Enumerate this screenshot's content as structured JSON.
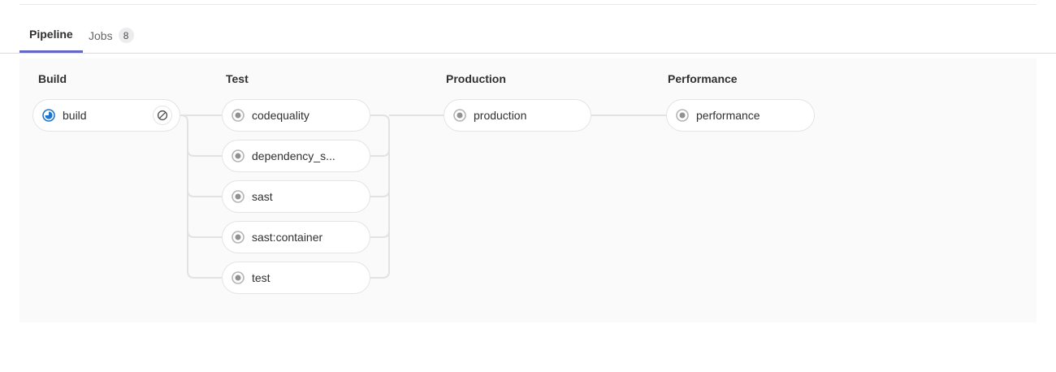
{
  "tabs": [
    {
      "id": "pipeline",
      "label": "Pipeline",
      "active": true
    },
    {
      "id": "jobs",
      "label": "Jobs",
      "badge": "8",
      "active": false
    }
  ],
  "pipeline": {
    "stages": [
      {
        "name": "Build",
        "jobs": [
          {
            "name": "build",
            "status": "running",
            "status_color": "#1f75cb",
            "action": "cancel-icon"
          }
        ]
      },
      {
        "name": "Test",
        "jobs": [
          {
            "name": "codequality",
            "status": "created",
            "status_color": "#868686"
          },
          {
            "name": "dependency_s...",
            "status": "created",
            "status_color": "#868686"
          },
          {
            "name": "sast",
            "status": "created",
            "status_color": "#868686"
          },
          {
            "name": "sast:container",
            "status": "created",
            "status_color": "#868686"
          },
          {
            "name": "test",
            "status": "created",
            "status_color": "#868686"
          }
        ]
      },
      {
        "name": "Production",
        "jobs": [
          {
            "name": "production",
            "status": "created",
            "status_color": "#868686"
          }
        ]
      },
      {
        "name": "Performance",
        "jobs": [
          {
            "name": "performance",
            "status": "created",
            "status_color": "#868686"
          }
        ]
      }
    ]
  },
  "colors": {
    "accent": "#6666c4",
    "panel_bg": "#fafafa",
    "pill_border": "#e4e4e4",
    "link": "#e2e2e2",
    "running": "#1f75cb",
    "created": "#868686"
  }
}
